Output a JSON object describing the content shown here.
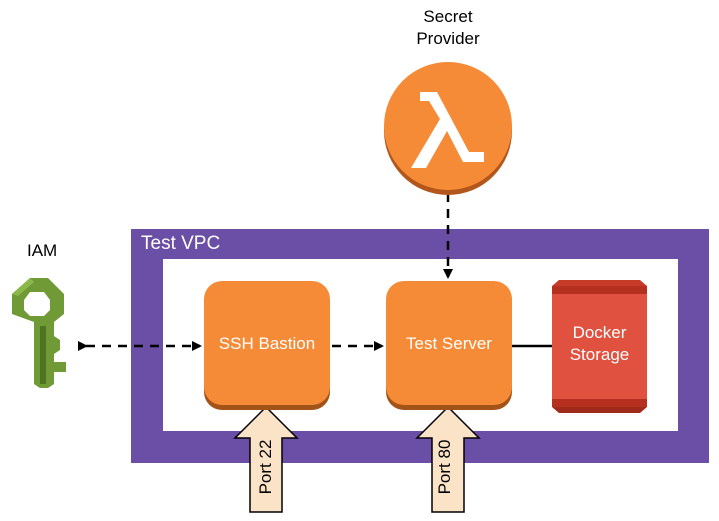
{
  "vpc": {
    "title": "Test VPC"
  },
  "nodes": {
    "ssh_bastion": "SSH Bastion",
    "test_server": "Test Server",
    "docker_storage": [
      "Docker",
      "Storage"
    ]
  },
  "external": {
    "iam": "IAM",
    "secret_provider": [
      "Secret",
      "Provider"
    ]
  },
  "ports": {
    "bastion_port": "Port 22",
    "server_port": "Port 80"
  },
  "icons": {
    "iam": "key-icon",
    "secret_provider": "lambda-icon",
    "docker_storage": "storage-cylinder-icon"
  },
  "colors": {
    "vpc": "#6b4ea6",
    "node": "#f68b37",
    "storage": "#e0513f",
    "iam": "#6f9a35",
    "port_arrow": "#fbe3c8"
  }
}
